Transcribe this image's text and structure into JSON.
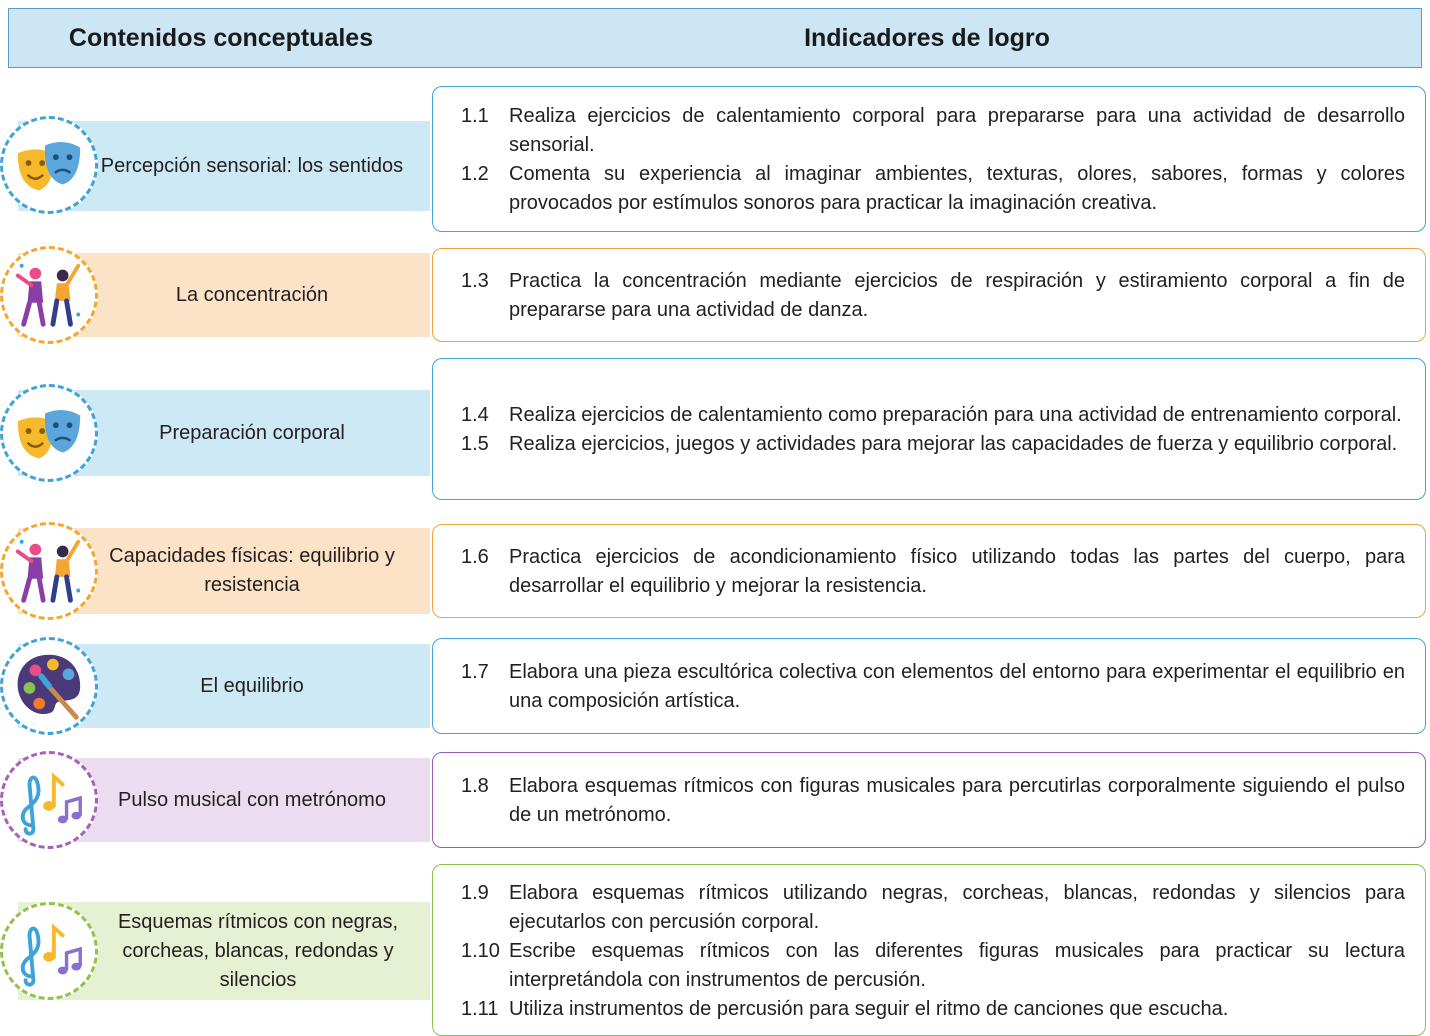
{
  "header": {
    "left_title": "Contenidos conceptuales",
    "right_title": "Indicadores de logro"
  },
  "rows": [
    {
      "content": "Percepción sensorial: los sentidos",
      "theme": "blue",
      "icon": "theater-masks-icon",
      "indicators": [
        {
          "num": "1.1",
          "text": "Realiza ejercicios de calentamiento corporal para prepararse para una actividad de desarrollo sensorial."
        },
        {
          "num": "1.2",
          "text": "Comenta su experiencia al imaginar ambientes, texturas, olores, sabores, formas y colores provocados por estímulos sonoros para practicar la imaginación creativa."
        }
      ]
    },
    {
      "content": "La concentración",
      "theme": "orange",
      "icon": "dancers-icon",
      "indicators": [
        {
          "num": "1.3",
          "text": "Practica la concentración mediante ejercicios de respiración y estiramiento corporal a fin de prepararse para una actividad de danza."
        }
      ]
    },
    {
      "content": "Preparación corporal",
      "theme": "blue",
      "icon": "theater-masks-icon",
      "indicators": [
        {
          "num": "1.4",
          "text": "Realiza ejercicios de calentamiento como preparación para una actividad de entre­namiento corporal."
        },
        {
          "num": "1.5",
          "text": "Realiza ejercicios, juegos y actividades para mejorar las capacidades de fuerza y equili­brio corporal."
        }
      ]
    },
    {
      "content": "Capacidades físicas: equilibrio y resistencia",
      "theme": "orange",
      "icon": "dancers-icon",
      "indicators": [
        {
          "num": "1.6",
          "text": "Practica ejercicios de acondicionamiento físico utilizando todas las partes del cuer­po, para desarrollar el equilibrio y mejorar la resistencia."
        }
      ]
    },
    {
      "content": "El equilibrio",
      "theme": "blue",
      "icon": "paint-palette-icon",
      "indicators": [
        {
          "num": "1.7",
          "text": "Elabora una pieza escultórica colectiva con elementos del entorno para experimen­tar el equilibrio en una composición artística."
        }
      ]
    },
    {
      "content": "Pulso musical con metrónomo",
      "theme": "purple",
      "icon": "music-notes-icon",
      "indicators": [
        {
          "num": "1.8",
          "text": "Elabora esquemas rítmicos con figuras musicales para percutirlas corporalmente si­guiendo el pulso de un metrónomo."
        }
      ]
    },
    {
      "content": "Esquemas rítmicos con negras, corcheas, blancas, redondas y silencios",
      "theme": "green",
      "icon": "music-notes-icon",
      "indicators": [
        {
          "num": "1.9",
          "text": "Elabora esquemas rítmicos utilizando negras, corcheas, blancas, redondas y silencios para ejecutarlos con percusión corporal."
        },
        {
          "num": "1.10",
          "text": "Escribe esquemas rítmicos con las diferentes figuras musicales para practicar su lec­tura interpretándola con instrumentos de percusión."
        },
        {
          "num": "1.11",
          "text": "Utiliza instrumentos de percusión para seguir el ritmo de canciones que escucha."
        }
      ]
    }
  ]
}
